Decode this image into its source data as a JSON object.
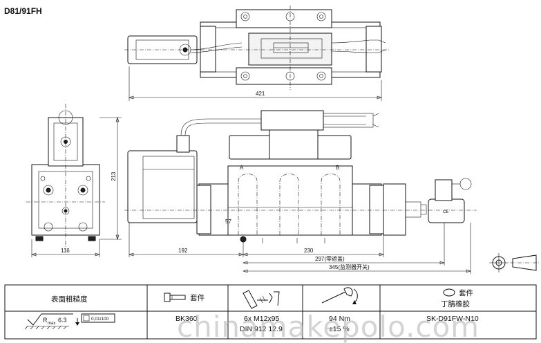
{
  "title": "D81/91FH",
  "views": {
    "top_view": {
      "dim_width": "421"
    },
    "side_view": {
      "dim_height": "213",
      "dim_width": "116"
    },
    "front_view": {
      "port_a": "A",
      "port_b": "B",
      "dim_57": "57",
      "dim_192": "192",
      "dim_230": "230",
      "dim_297": "297(零遮盖)",
      "dim_345": "345(监测器开关)",
      "connector_label": "CE"
    }
  },
  "table": {
    "headers": {
      "roughness": "表面粗糙度",
      "kit": "套件",
      "bolts": "",
      "torque": "",
      "seal_kit_line1": "套件",
      "seal_kit_line2": "丁腈橡胶"
    },
    "values": {
      "roughness_r": "R",
      "roughness_sub": "max",
      "roughness_val": "6.3",
      "flatness": "0,01/100",
      "kit": "BK360",
      "bolts_line1": "6x M12x95",
      "bolts_line2": "DIN 912 12.9",
      "torque_line1": "94 Nm",
      "torque_line2": "±15 %",
      "seal_kit": "SK-D91FW-N10"
    }
  },
  "watermark": "chinamakepolo.com",
  "icons": [
    "bolt-icon",
    "cap-screw-icon",
    "wrench-icon",
    "seal-ring-icon",
    "projection-symbol-icon"
  ]
}
